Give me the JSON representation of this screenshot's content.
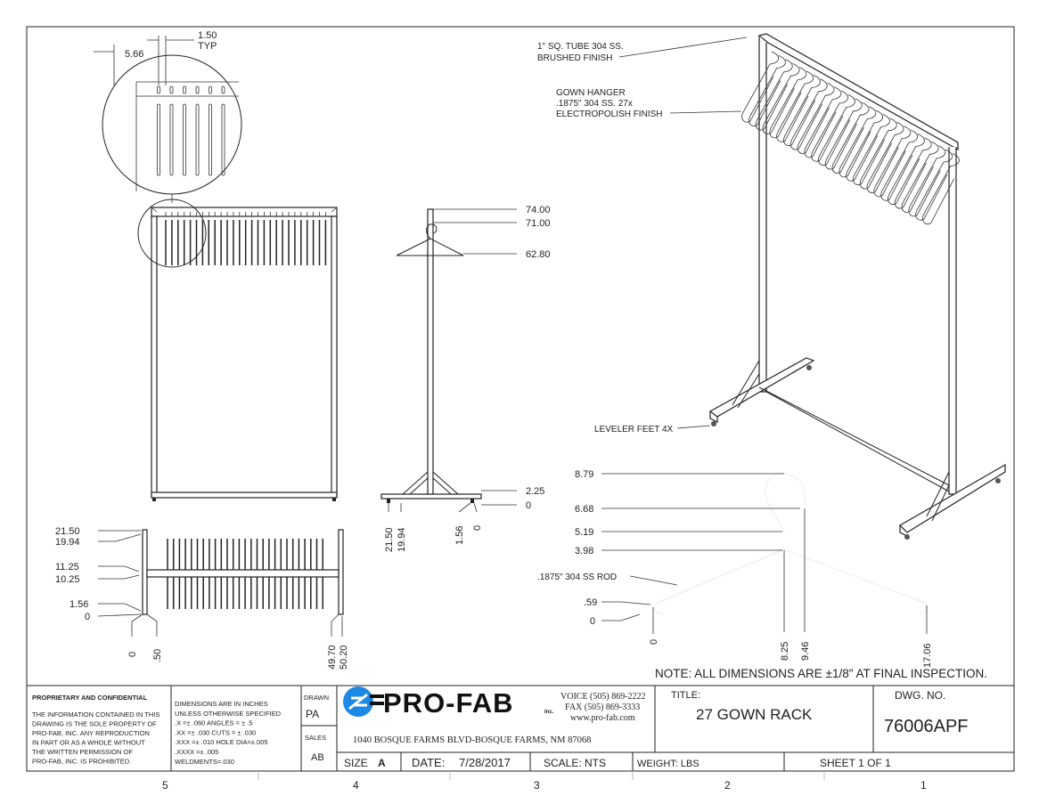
{
  "views": {
    "detail_top": {
      "dim_a": "5.66",
      "dim_b": "1.50",
      "dim_b_note": "TYP"
    },
    "side": {
      "h1": "74.00",
      "h2": "71.00",
      "h3": "62.80",
      "h4": "2.25",
      "h5": "0",
      "v1": "21.50",
      "v2": "19.94",
      "v3": "1.56",
      "v4": "0"
    },
    "plan": {
      "y1": "21.50",
      "y2": "19.94",
      "y3": "11.25",
      "y4": "10.25",
      "y5": "1.56",
      "y6": "0",
      "x1": "0",
      "x2": ".50",
      "x3": "49.70",
      "x4": "50.20"
    },
    "iso": {
      "tube_line1": "1\" SQ. TUBE 304 SS.",
      "tube_line2": "BRUSHED FINISH",
      "hanger_line1": "GOWN HANGER",
      "hanger_line2": ".1875\" 304 SS. 27x",
      "hanger_line3": "ELECTROPOLISH FINISH",
      "feet": "LEVELER FEET 4X"
    },
    "hanger": {
      "h1": "8.79",
      "h2": "6.68",
      "h3": "5.19",
      "h4": "3.98",
      "rod": ".1875\" 304 SS ROD",
      "h5": ".59",
      "h6": "0",
      "x1": "0",
      "x2": "8.25",
      "x3": "9.46",
      "x4": "17.06"
    },
    "note": "NOTE: ALL DIMENSIONS ARE ±1/8\" AT FINAL INSPECTION."
  },
  "title_block": {
    "proprietary_title": "PROPRIETARY AND CONFIDENTIAL",
    "proprietary_lines": [
      "THE INFORMATION CONTAINED IN THIS",
      "DRAWING IS THE SOLE PROPERTY OF",
      "PRO-FAB, INC.  ANY REPRODUCTION",
      "IN PART OR AS A WHOLE WITHOUT",
      "THE WRITTEN PERMISSION OF",
      "PRO-FAB, INC. IS PROHIBITED."
    ],
    "tolerance_lines": [
      "DIMENSIONS ARE IN INCHES",
      "UNLESS OTHERWISE SPECIFIED",
      ".X =± .060      ANGLES = ± .5",
      ".XX =± .030      CUTS = ± .030",
      ".XXX =± .010   HOLE DIA=±.005",
      ".XXXX =± .005",
      "WELDMENTS=.030"
    ],
    "drawn_label": "DRAWN",
    "drawn_value": "PA",
    "sales_label": "SALES",
    "sales_value": "AB",
    "company": "PRO-FAB",
    "company_suffix": "Inc.",
    "voice": "VOICE (505) 869-2222",
    "fax": "FAX (505) 869-3333",
    "web": "www.pro-fab.com",
    "address": "1040 BOSQUE FARMS BLVD-BOSQUE FARMS, NM 87068",
    "title_label": "TITLE:",
    "title": "27 GOWN RACK",
    "dwg_label": "DWG.  NO.",
    "dwg_no": "76006APF",
    "size_label": "SIZE",
    "size": "A",
    "date_label": "DATE:",
    "date": "7/28/2017",
    "scale": "SCALE: NTS",
    "weight": "WEIGHT:  LBS",
    "sheet": "SHEET 1 OF 1",
    "logo_color": "#1e88e5"
  },
  "zones": [
    "5",
    "4",
    "3",
    "2",
    "1"
  ]
}
